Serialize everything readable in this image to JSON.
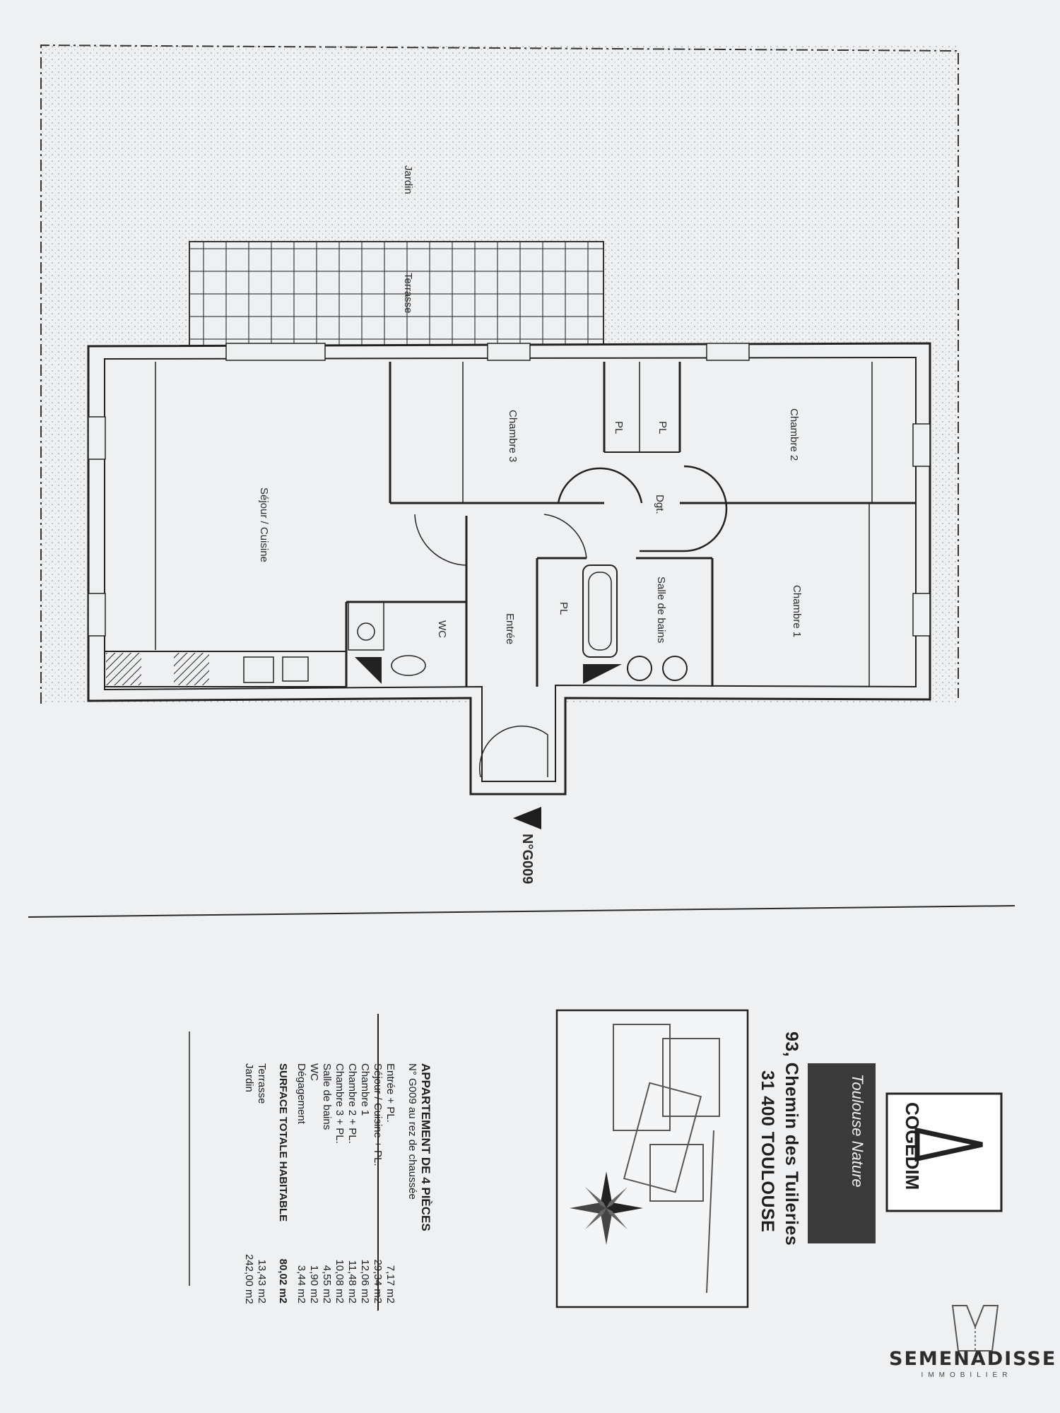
{
  "plan": {
    "outdoor": {
      "garden": "Jardin",
      "terrace": "Terrasse"
    },
    "rooms": {
      "sejour": "Séjour / Cuisine",
      "chambre3": "Chambre 3",
      "chambre2": "Chambre 2",
      "chambre1": "Chambre 1",
      "salle_de_bains": "Salle de bains",
      "entree": "Entrée",
      "wc": "WC",
      "degagement": "Dgt.",
      "placard": "PL"
    },
    "lot_number": "N°G009"
  },
  "summary": {
    "title": "APPARTEMENT DE 4 PIÈCES",
    "subtitle": "N° G009 au rez de chaussée",
    "rows": [
      {
        "name": "Entrée + PL.",
        "value": "7,17 m2"
      },
      {
        "name": "Séjour / Cuisine + PL.",
        "value": "29,34 m2"
      },
      {
        "name": "Chambre 1",
        "value": "12,06 m2"
      },
      {
        "name": "Chambre 2 + PL.",
        "value": "11,48 m2"
      },
      {
        "name": "Chambre 3 + PL.",
        "value": "10,08 m2"
      },
      {
        "name": "Salle de bains",
        "value": "4,55 m2"
      },
      {
        "name": "WC",
        "value": "1,90 m2"
      },
      {
        "name": "Dégagement",
        "value": "3,44 m2"
      }
    ],
    "total": {
      "name": "SURFACE TOTALE HABITABLE",
      "value": "80,02 m2"
    },
    "extras": [
      {
        "name": "Terrasse",
        "value": "13,43 m2"
      },
      {
        "name": "Jardin",
        "value": "242,00 m2"
      }
    ]
  },
  "developer": {
    "logo": "COGEDIM",
    "program_logo": "Toulouse Nature",
    "address_line1": "93, Chemin des Tuileries",
    "address_line2": "31 400 TOULOUSE"
  },
  "watermark": {
    "name": "SEMENADISSE",
    "tagline": "IMMOBILIER"
  }
}
